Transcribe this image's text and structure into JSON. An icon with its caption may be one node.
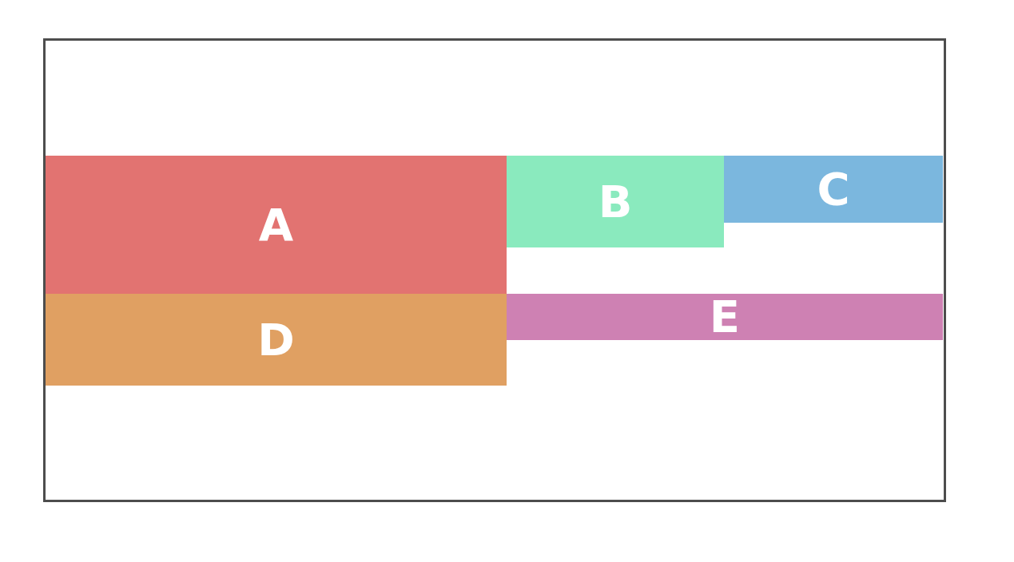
{
  "diagram": {
    "nodes": [
      {
        "text": [],
        "shape": "box"
      },
      {
        "text": [
          "A"
        ],
        "in": 0
      },
      {
        "text": [
          "B"
        ],
        "in": 0
      },
      {
        "text": [
          "C"
        ],
        "in": 0
      },
      {
        "text": [
          "D"
        ],
        "in": 0
      },
      {
        "text": [
          "E"
        ],
        "in": 0
      }
    ]
  }
}
